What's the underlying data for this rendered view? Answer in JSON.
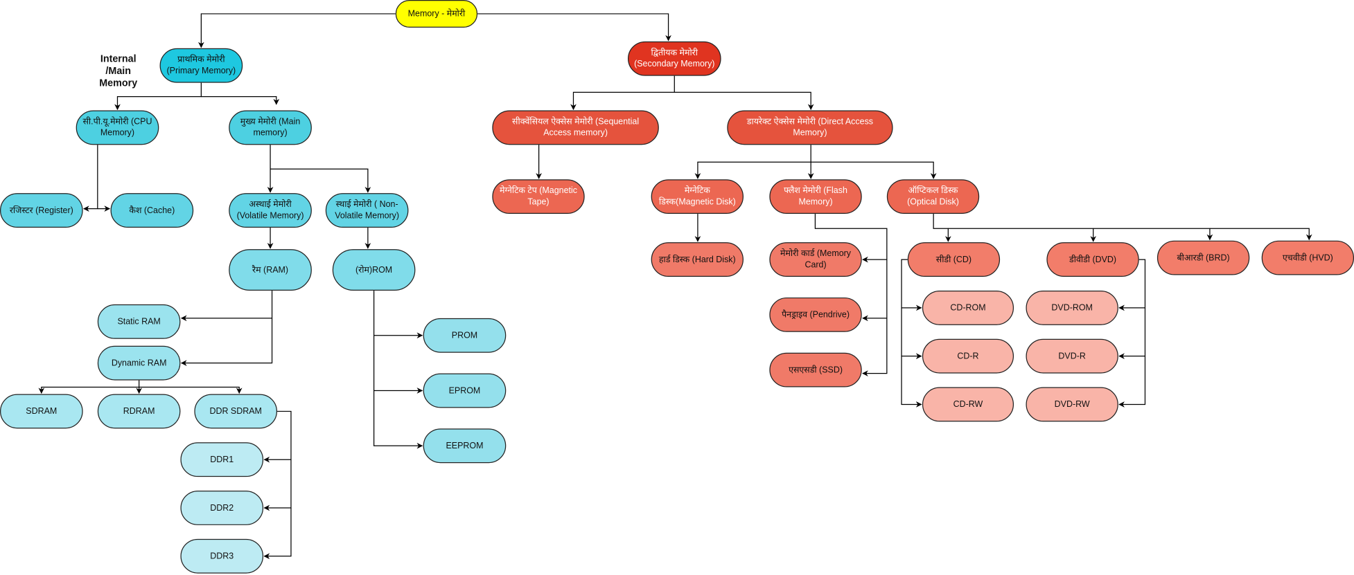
{
  "title_node": "Memory - मेमोरी",
  "side_label": "Internal /Main Memory",
  "colors": {
    "root": "#ffff00",
    "primary": "#1ec8e0",
    "secondary": "#e03420",
    "edge": "#000000"
  },
  "nodes": {
    "memory": "Memory - मेमोरी",
    "primary": "प्राथमिक मेमोरी (Primary Memory)",
    "cpu": "सी.पी.यू.मेमोरी (CPU Memory)",
    "main": "मुख्य मेमोरी (Main memory)",
    "register": "रजिस्टर (Register)",
    "cache": "कैश (Cache)",
    "volatile": "अस्थाई मेमोरी (Volatile Memory)",
    "nonvolatile": "स्थाई मेमोरी ( Non-Volatile Memory)",
    "ram": "रैम (RAM)",
    "rom": "(रोम)ROM",
    "sram": "Static RAM",
    "dram": "Dynamic RAM",
    "sdram": "SDRAM",
    "rdram": "RDRAM",
    "ddrsdram": "DDR SDRAM",
    "ddr1": "DDR1",
    "ddr2": "DDR2",
    "ddr3": "DDR3",
    "prom": "PROM",
    "eprom": "EPROM",
    "eeprom": "EEPROM",
    "secondary": "द्वितीयक मेमोरी (Secondary Memory)",
    "sequential": "सीक्वेंसियल ऐक्सेस मेमोरी (Sequential Access memory)",
    "direct": "डायरेक्ट ऐक्सेस मेमोरी (Direct Access Memory)",
    "tape": "मेग्नेटिक टेप (Magnetic Tape)",
    "magdisk": "मेग्नेटिक डिस्क(Magnetic Disk)",
    "flash": "फ्लैश मेमोरी (Flash Memory)",
    "optical": "ऑप्टिकल डिस्क (Optical Disk)",
    "harddisk": "हार्ड डिस्क (Hard Disk)",
    "memcard": "मेमोरी कार्ड (Memory Card)",
    "pendrive": "पैनड्राइव (Pendrive)",
    "ssd": "एसएसडी (SSD)",
    "cd": "सीडी (CD)",
    "dvd": "डीवीडी (DVD)",
    "brd": "बीआरडी (BRD)",
    "hvd": "एचवीडी (HVD)",
    "cdrom": "CD-ROM",
    "cdr": "CD-R",
    "cdrw": "CD-RW",
    "dvdrom": "DVD-ROM",
    "dvdr": "DVD-R",
    "dvdrw": "DVD-RW"
  }
}
